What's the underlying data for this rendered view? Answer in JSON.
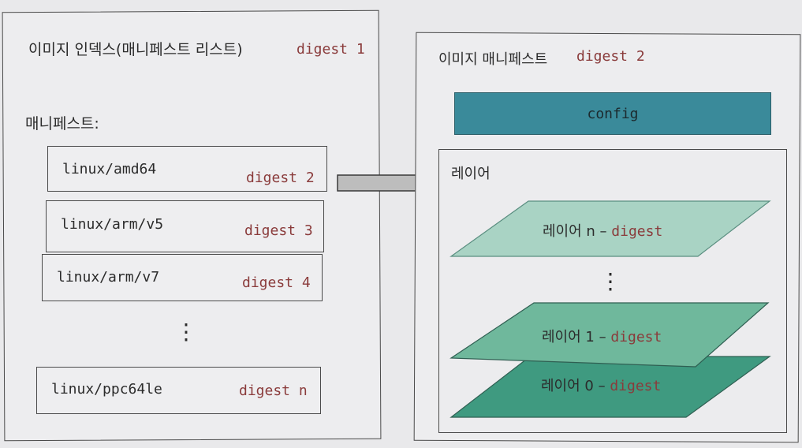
{
  "left": {
    "title": "이미지 인덱스(매니페스트 리스트)",
    "title_digest": "digest 1",
    "manifests_label": "매니페스트:",
    "items": [
      {
        "platform": "linux/amd64",
        "digest": "digest 2"
      },
      {
        "platform": "linux/arm/v5",
        "digest": "digest 3"
      },
      {
        "platform": "linux/arm/v7",
        "digest": "digest 4"
      },
      {
        "platform": "linux/ppc64le",
        "digest": "digest n"
      }
    ],
    "ellipsis": "⋮"
  },
  "right": {
    "title": "이미지 매니페스트",
    "title_digest": "digest 2",
    "config_label": "config",
    "layers_label": "레이어",
    "layers": [
      {
        "name": "레이어 n",
        "digest": "digest"
      },
      {
        "name": "레이어 1",
        "digest": "digest"
      },
      {
        "name": "레이어 0",
        "digest": "digest"
      }
    ],
    "ellipsis": "⋮",
    "dash": "–"
  },
  "colors": {
    "digest_text": "#8a3b3b",
    "config_fill": "#3a8a9a",
    "layer_n_fill": "#a9d3c4",
    "layer_1_fill": "#6fb89c",
    "layer_0_fill": "#3f9a80"
  }
}
